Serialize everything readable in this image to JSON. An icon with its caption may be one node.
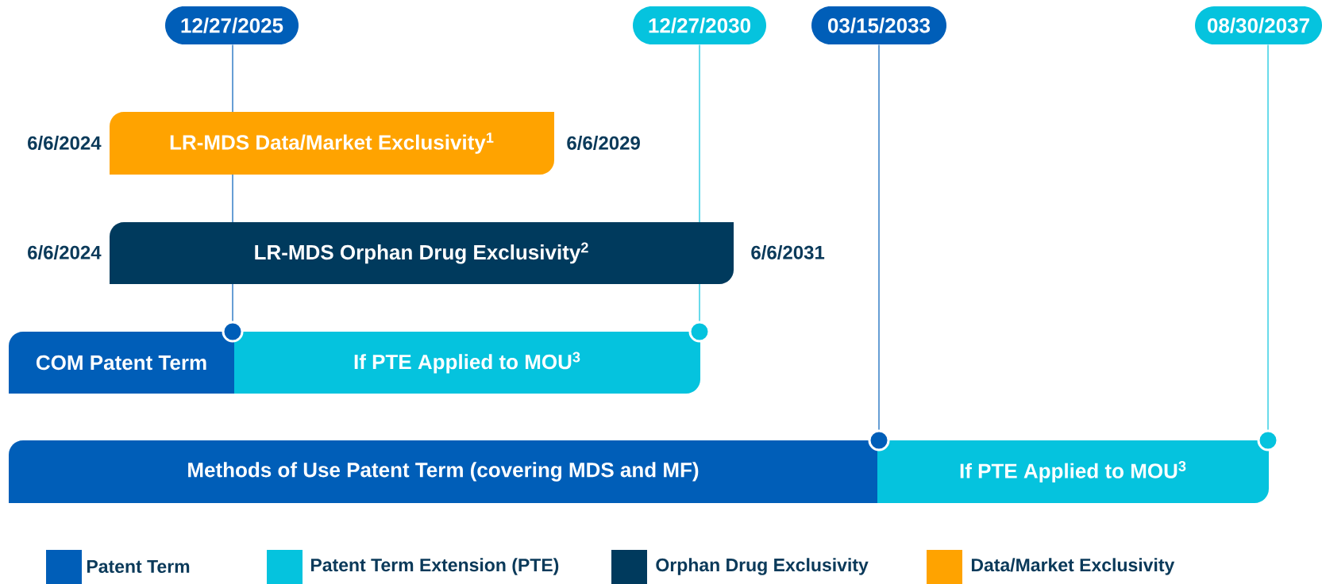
{
  "diagram": {
    "nodes": [
      {
        "text": [
          "12/27/2025"
        ]
      },
      {
        "text": [
          "12/27/2030"
        ]
      },
      {
        "text": [
          "03/15/2033"
        ]
      },
      {
        "text": [
          "08/30/2037"
        ]
      },
      {
        "text": [
          "LR-MDS Data/Market Exclusivity$^{1}$"
        ],
        "beside": [
          "6/6/2024",
          "6/6/2029"
        ]
      },
      {
        "text": [
          "LR-MDS Orphan Drug Exclusivity$^{2}$"
        ],
        "beside": [
          "6/6/2024",
          "6/6/2031"
        ]
      },
      {
        "text": [
          "COM Patent Term"
        ]
      },
      {
        "text": [
          "If PTE Applied to MOU$^{3}$"
        ]
      },
      {
        "text": [
          "Methods of Use Patent Term (covering MDS and MF)"
        ]
      },
      {
        "text": [
          "If PTE Applied to MOU$^{3}$"
        ]
      },
      {
        "text": [],
        "shape": "circle"
      },
      {
        "text": [],
        "shape": "circle"
      },
      {
        "text": [],
        "shape": "circle"
      },
      {
        "text": [],
        "shape": "circle"
      }
    ],
    "edges": [
      {
        "from": 0,
        "to": 10,
        "arrow": "none",
        "color": "#005eb8"
      },
      {
        "from": 1,
        "to": 11,
        "arrow": "none",
        "color": "#05c3de"
      },
      {
        "from": 2,
        "to": 12,
        "arrow": "none",
        "color": "#005eb8"
      },
      {
        "from": 3,
        "to": 13,
        "arrow": "none",
        "color": "#05c3de"
      }
    ],
    "legend": [
      {
        "text": "Patent Term",
        "color": "#005eb8"
      },
      {
        "text": "Patent Term Extension (PTE)",
        "color": "#05c3de"
      },
      {
        "text": "Orphan Drug Exclusivity",
        "color": "#003a5d"
      },
      {
        "text": "Data/Market Exclusivity",
        "color": "#ffa300"
      }
    ]
  }
}
